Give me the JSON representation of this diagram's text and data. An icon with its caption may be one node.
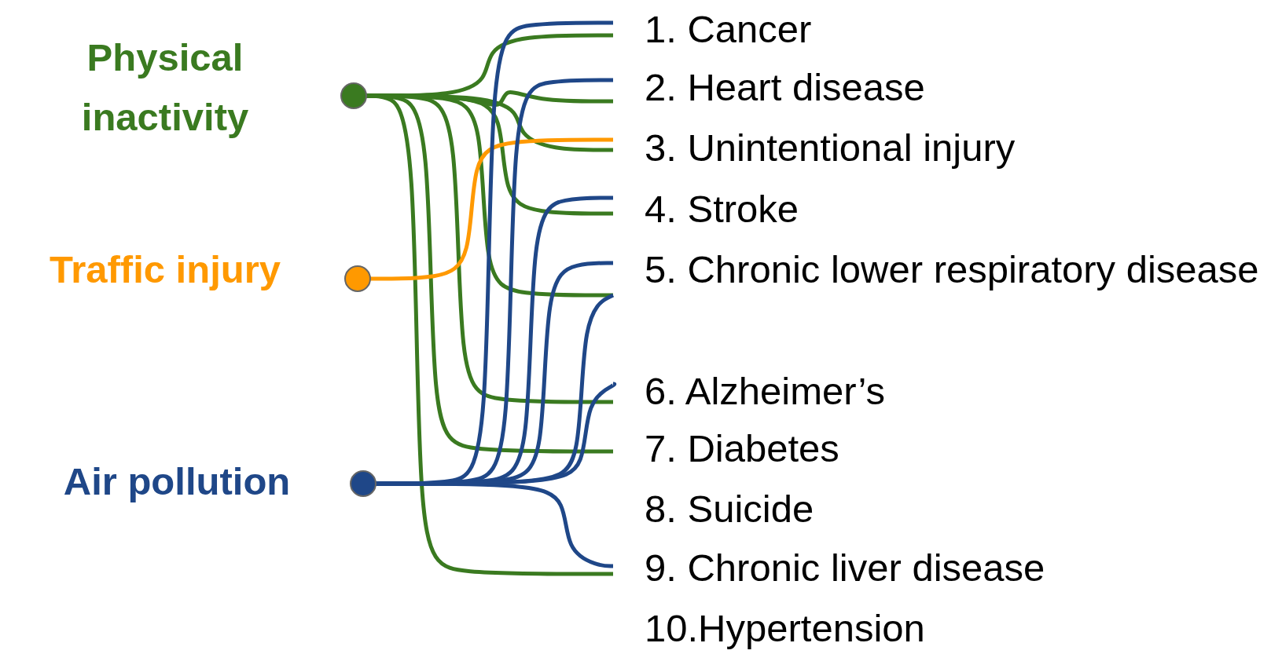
{
  "diagram": {
    "nodes": [
      {
        "text": [
          "Physical inactivity"
        ]
      },
      {
        "text": [
          "Traffic injury"
        ]
      },
      {
        "text": [
          "Air pollution"
        ]
      },
      {
        "text": [
          "1. Cancer"
        ]
      },
      {
        "text": [
          "2. Heart disease"
        ]
      },
      {
        "text": [
          "3. Unintentional injury"
        ]
      },
      {
        "text": [
          "4. Stroke"
        ]
      },
      {
        "text": [
          "5. Chronic lower respiratory disease"
        ]
      },
      {
        "text": [
          "6. Alzheimer’s"
        ]
      },
      {
        "text": [
          "7. Diabetes"
        ]
      },
      {
        "text": [
          "8. Suicide"
        ]
      },
      {
        "text": [
          "9. Chronic liver disease"
        ]
      },
      {
        "text": [
          "10.Hypertension"
        ]
      }
    ],
    "edges": [
      {
        "from": 0,
        "to": 3,
        "arrow": "none"
      },
      {
        "from": 0,
        "to": 4,
        "arrow": "none"
      },
      {
        "from": 0,
        "to": 5,
        "arrow": "none"
      },
      {
        "from": 0,
        "to": 6,
        "arrow": "none"
      },
      {
        "from": 0,
        "to": 7,
        "arrow": "none"
      },
      {
        "from": 0,
        "to": 8,
        "arrow": "none"
      },
      {
        "from": 0,
        "to": 9,
        "arrow": "none"
      },
      {
        "from": 0,
        "to": 11,
        "arrow": "none"
      },
      {
        "from": 1,
        "to": 5,
        "arrow": "none",
        "color": "#ff9900"
      },
      {
        "from": 2,
        "to": 3,
        "arrow": "none",
        "color": "#1f4788"
      },
      {
        "from": 2,
        "to": 4,
        "arrow": "none",
        "color": "#1f4788"
      },
      {
        "from": 2,
        "to": 6,
        "arrow": "none",
        "color": "#1f4788"
      },
      {
        "from": 2,
        "to": 7,
        "arrow": "none",
        "color": "#1f4788"
      },
      {
        "from": 2,
        "to": 7,
        "arrow": "none",
        "color": "#1f4788"
      },
      {
        "from": 2,
        "to": 8,
        "arrow": "none",
        "color": "#1f4788"
      },
      {
        "from": 2,
        "to": 11,
        "arrow": "none",
        "color": "#1f4788"
      }
    ]
  }
}
